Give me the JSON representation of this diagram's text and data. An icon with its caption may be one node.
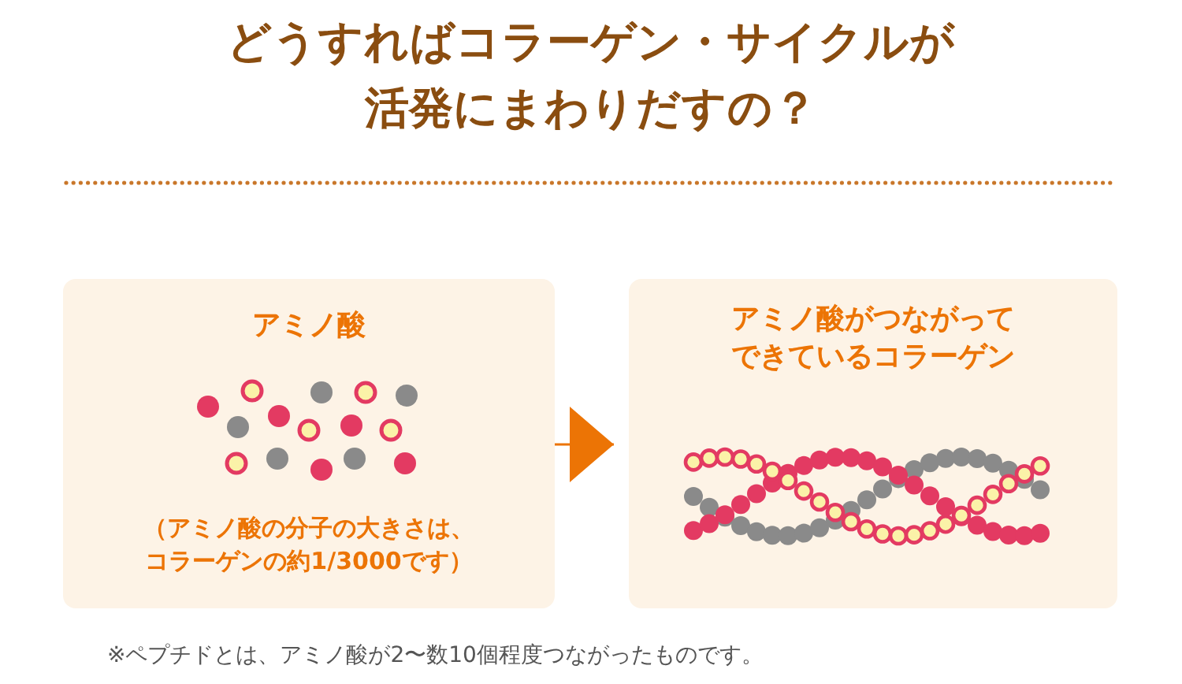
{
  "diagram": {
    "title": "どうすればコラーゲン・サイクルが活発にまわりだすの？",
    "nodes": [
      {
        "text": [
          "アミノ酸",
          "（アミノ酸の分子の大きさは、コラーゲンの約1/3000です）"
        ]
      },
      {
        "text": [
          "アミノ酸がつながってできているコラーゲン"
        ]
      }
    ],
    "edges": [
      {
        "from": 0,
        "to": 1,
        "arrow": "to"
      }
    ],
    "labels": [
      "※ペプチドとは、アミノ酸が2〜数10個程度つながったものです。"
    ]
  }
}
